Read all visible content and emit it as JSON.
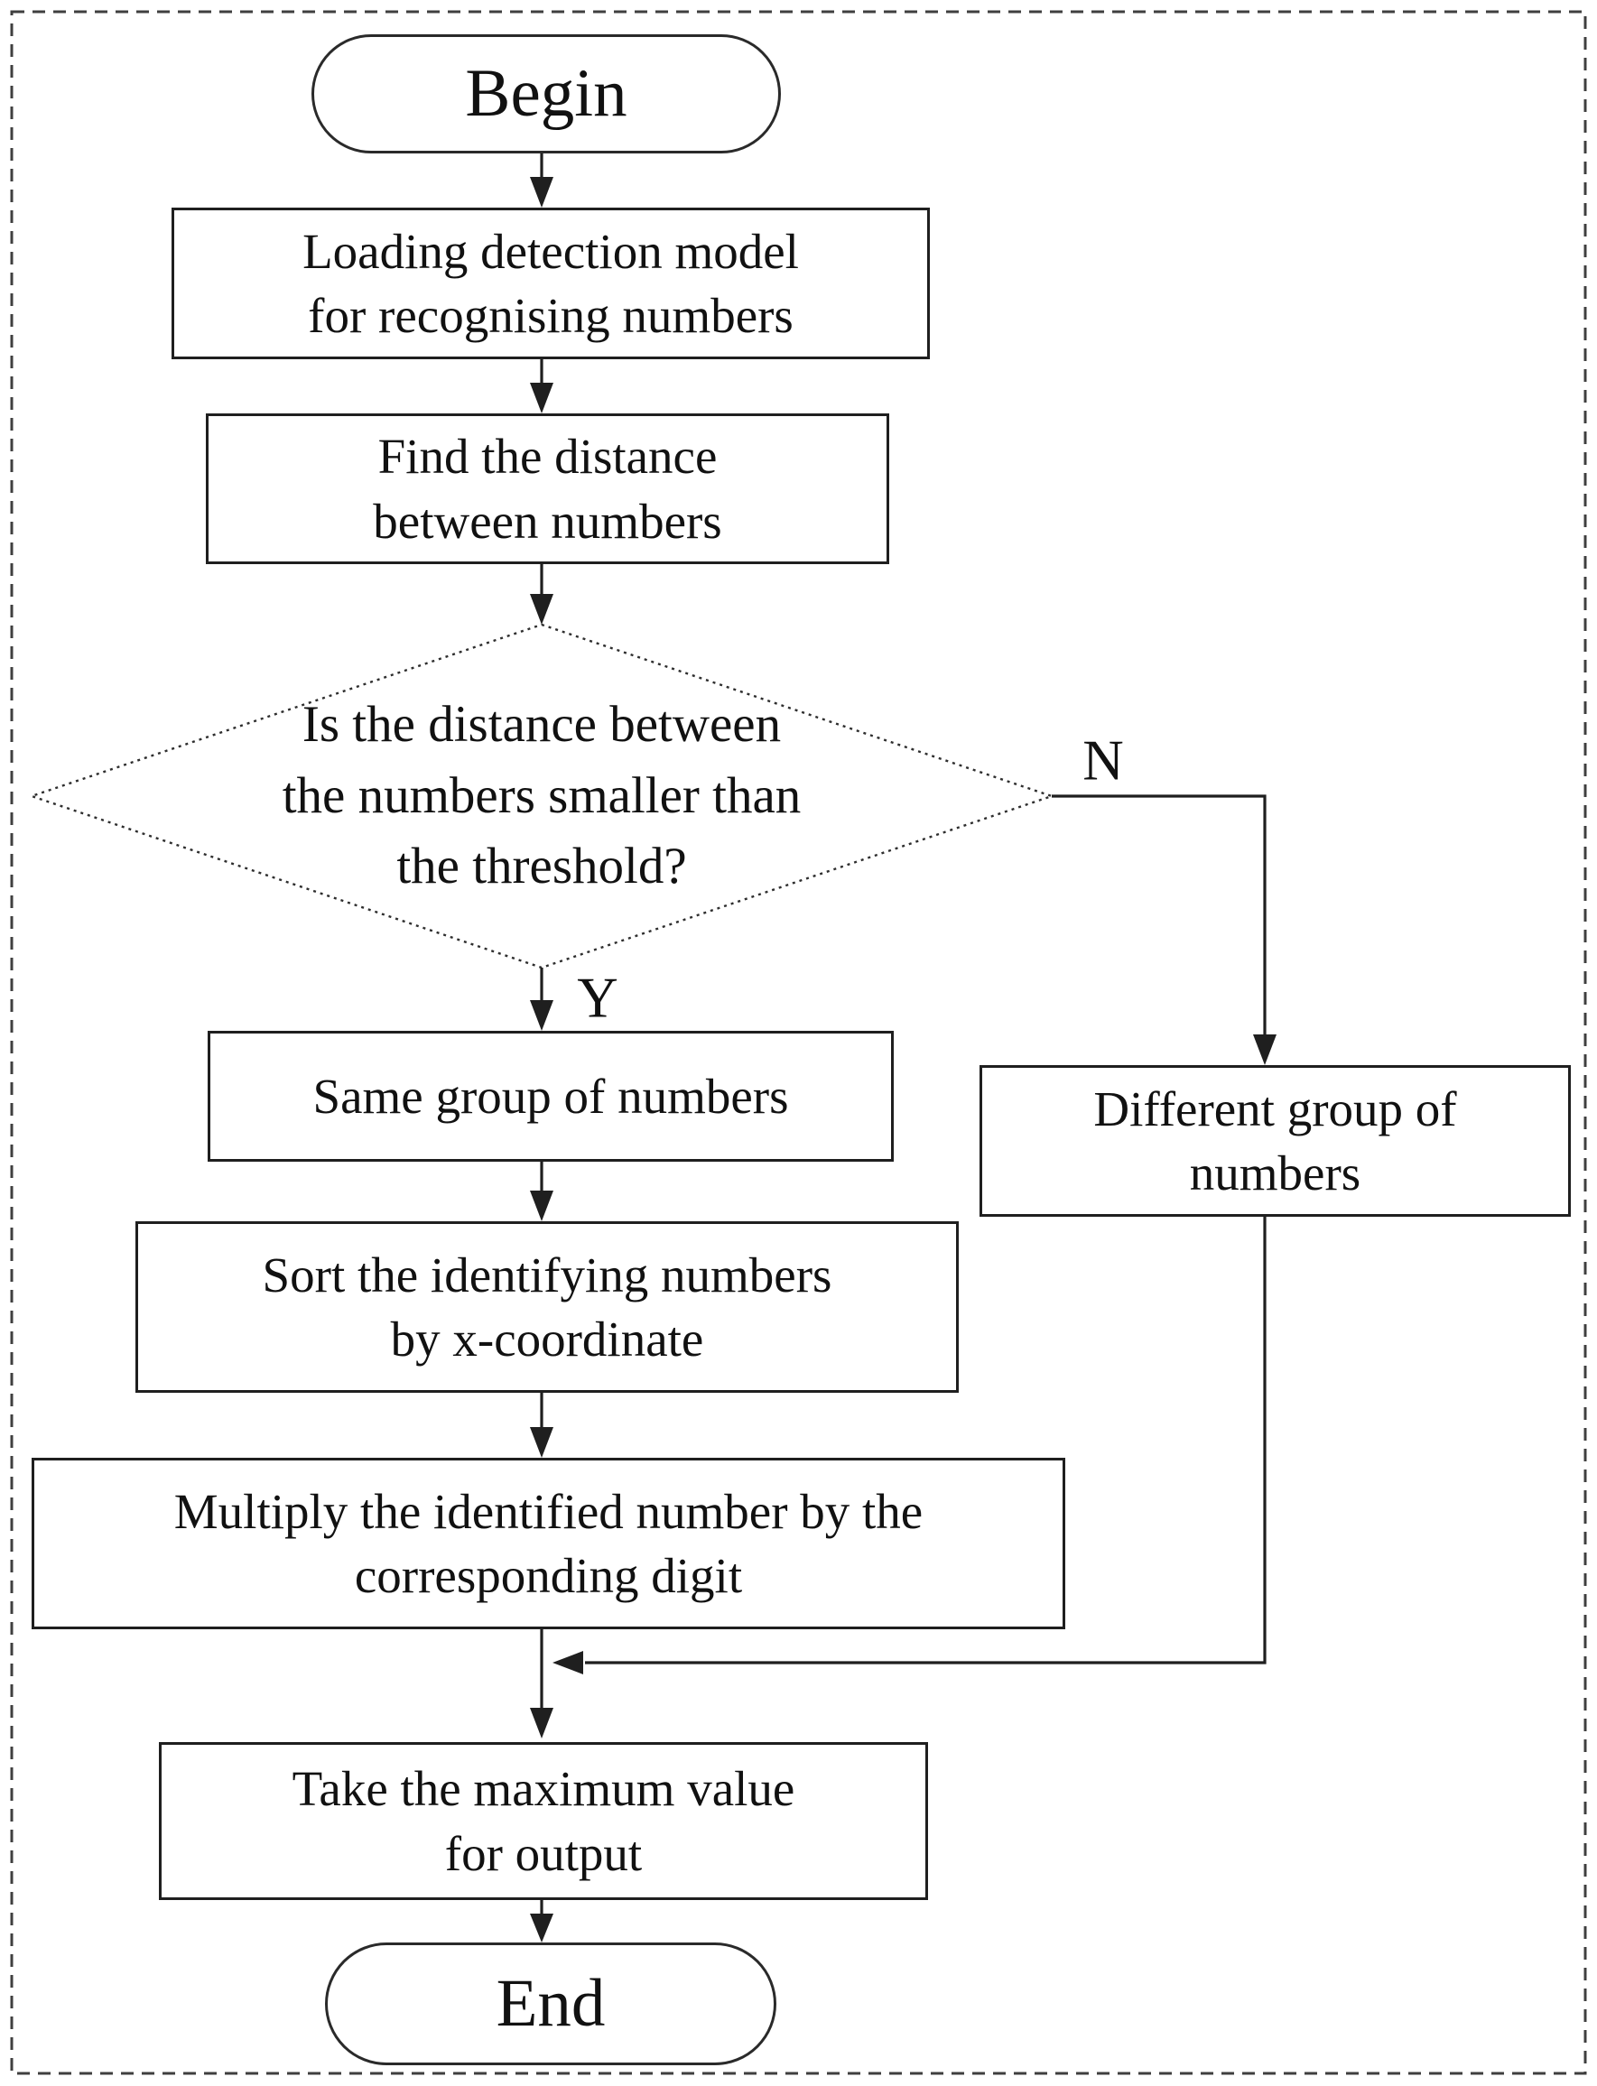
{
  "diagram": {
    "type": "flowchart",
    "colors": {
      "line": "#1f1f1f",
      "border_dash": "#3f3f3f",
      "background": "#ffffff",
      "text": "#111111"
    },
    "nodes": {
      "begin": {
        "shape": "terminator",
        "label": "Begin"
      },
      "loading": {
        "shape": "process",
        "label": "Loading detection model\nfor recognising numbers"
      },
      "find": {
        "shape": "process",
        "label": "Find the distance\nbetween numbers"
      },
      "decision": {
        "shape": "decision",
        "label": "Is the distance between\nthe numbers smaller than\nthe threshold?"
      },
      "same": {
        "shape": "process",
        "label": "Same group of numbers"
      },
      "different": {
        "shape": "process",
        "label": "Different group of\nnumbers"
      },
      "sort": {
        "shape": "process",
        "label": "Sort the identifying numbers\nby x-coordinate"
      },
      "multiply": {
        "shape": "process",
        "label": "Multiply the identified number by the\ncorresponding digit"
      },
      "take": {
        "shape": "process",
        "label": "Take the maximum value\nfor output"
      },
      "end": {
        "shape": "terminator",
        "label": "End"
      }
    },
    "branch_labels": {
      "yes": "Y",
      "no": "N"
    },
    "edges": [
      {
        "from": "begin",
        "to": "loading"
      },
      {
        "from": "loading",
        "to": "find"
      },
      {
        "from": "find",
        "to": "decision"
      },
      {
        "from": "decision",
        "to": "same",
        "label": "Y"
      },
      {
        "from": "decision",
        "to": "different",
        "label": "N"
      },
      {
        "from": "same",
        "to": "sort"
      },
      {
        "from": "sort",
        "to": "multiply"
      },
      {
        "from": "multiply",
        "to": "take"
      },
      {
        "from": "different",
        "to": "take"
      },
      {
        "from": "take",
        "to": "end"
      }
    ]
  }
}
